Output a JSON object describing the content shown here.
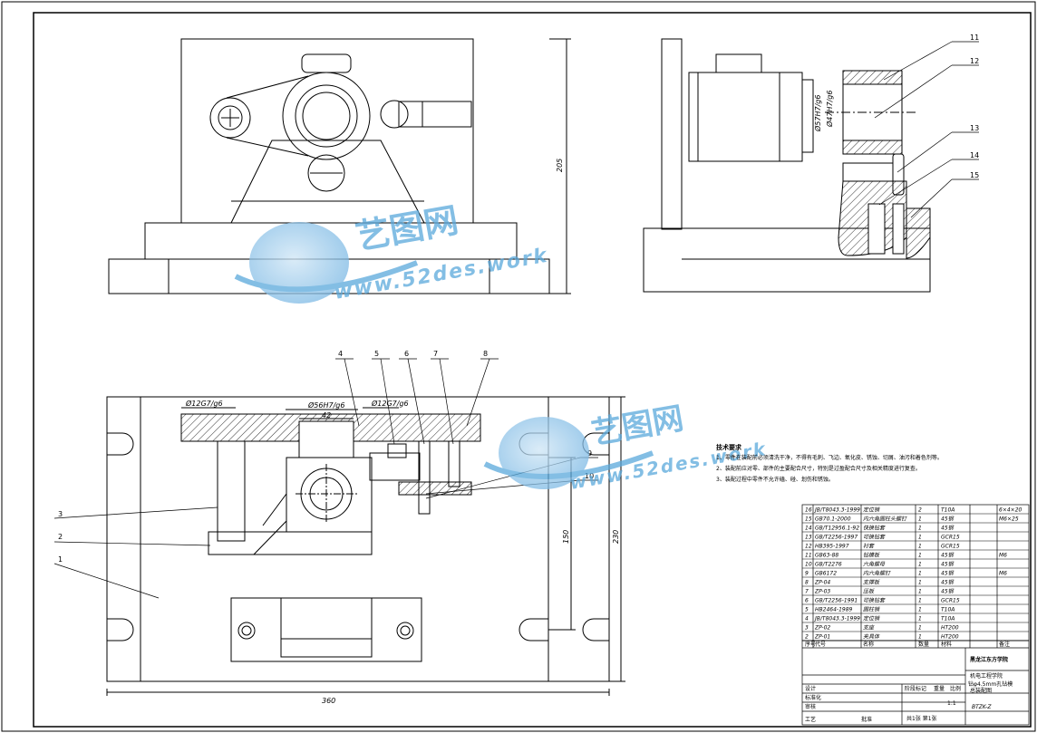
{
  "watermark": {
    "brand": "艺图网",
    "url": "www.52des.work"
  },
  "dimensions": {
    "height_top": "205",
    "width_bottom": "360",
    "height_bottom": "230",
    "inner_150": "150",
    "dia_12_left": "Ø12G7/g6",
    "dia_56": "Ø56H7/g6",
    "dia_12_right": "Ø12G7/g6",
    "dim_42": "42",
    "dia_57": "Ø57H7/g6",
    "dia_47": "Ø47H7/g6"
  },
  "balloons": {
    "n1": "1",
    "n2": "2",
    "n3": "3",
    "n4": "4",
    "n5": "5",
    "n6": "6",
    "n7": "7",
    "n8": "8",
    "n9": "9",
    "n10": "10",
    "n11": "11",
    "n12": "12",
    "n13": "13",
    "n14": "14",
    "n15": "15"
  },
  "notes": {
    "title": "技术要求",
    "line1": "1、零件在装配前必须清洗干净，不得有毛刺、飞边、氧化皮、锈蚀、切屑、油污和着色剂等。",
    "line2": "2、装配前应对零、部件的主要配合尺寸，特别是过盈配合尺寸及相关精度进行复查。",
    "line3": "3、装配过程中零件不允许磕、碰、划伤和锈蚀。"
  },
  "bom": {
    "rows": [
      {
        "no": "16",
        "code": "JB/T8043.3-1999",
        "name": "定位销",
        "qty": "2",
        "mat": "T10A",
        "note": "6×4×20"
      },
      {
        "no": "15",
        "code": "GB70.1-2000",
        "name": "内六角圆柱头螺钉",
        "qty": "1",
        "mat": "45钢",
        "note": "M6×25"
      },
      {
        "no": "14",
        "code": "GB/T12956.1-92",
        "name": "快换钻套",
        "qty": "1",
        "mat": "45钢",
        "note": ""
      },
      {
        "no": "13",
        "code": "GB/T2256-1997",
        "name": "可换钻套",
        "qty": "1",
        "mat": "GCR15",
        "note": ""
      },
      {
        "no": "12",
        "code": "HB395-1997",
        "name": "衬套",
        "qty": "1",
        "mat": "GCR15",
        "note": ""
      },
      {
        "no": "11",
        "code": "GB63-88",
        "name": "钻模板",
        "qty": "1",
        "mat": "45钢",
        "note": "M6"
      },
      {
        "no": "10",
        "code": "GB/T2276",
        "name": "六角螺母",
        "qty": "1",
        "mat": "45钢",
        "note": ""
      },
      {
        "no": "9",
        "code": "GB6172",
        "name": "内六角螺钉",
        "qty": "1",
        "mat": "45钢",
        "note": "M6"
      },
      {
        "no": "8",
        "code": "ZP-04",
        "name": "支撑板",
        "qty": "1",
        "mat": "45钢",
        "note": ""
      },
      {
        "no": "7",
        "code": "ZP-03",
        "name": "压板",
        "qty": "1",
        "mat": "45钢",
        "note": ""
      },
      {
        "no": "6",
        "code": "GB/T2256-1991",
        "name": "可换钻套",
        "qty": "1",
        "mat": "GCR15",
        "note": ""
      },
      {
        "no": "5",
        "code": "HB2464-1989",
        "name": "圆柱销",
        "qty": "1",
        "mat": "T10A",
        "note": ""
      },
      {
        "no": "4",
        "code": "JB/T8043.3-1999",
        "name": "定位销",
        "qty": "1",
        "mat": "T10A",
        "note": ""
      },
      {
        "no": "3",
        "code": "ZP-02",
        "name": "支座",
        "qty": "1",
        "mat": "HT200",
        "note": ""
      },
      {
        "no": "2",
        "code": "ZP-01",
        "name": "夹具体",
        "qty": "1",
        "mat": "HT200",
        "note": ""
      }
    ],
    "header": {
      "no": "序号",
      "code": "代号",
      "name": "名称",
      "qty": "数量",
      "mat": "材料",
      "note": "备注"
    }
  },
  "title_block": {
    "school": "黑龙江东方学院",
    "dept": "机电工程学院",
    "part": "钻φ4.5mm孔钻模",
    "part2": "总装配图",
    "code": "BTZK-Z",
    "scale": "1:1",
    "sheet": "共1张  第1张",
    "designer": "设计",
    "check": "审核",
    "process": "工艺",
    "approve": "批准",
    "standard": "标准化",
    "stage": "阶段标记",
    "weight": "重量",
    "ratio": "比例"
  },
  "colors": {
    "line": "#000000",
    "watermark": "#5aa9dc",
    "hatch": "#000000"
  }
}
